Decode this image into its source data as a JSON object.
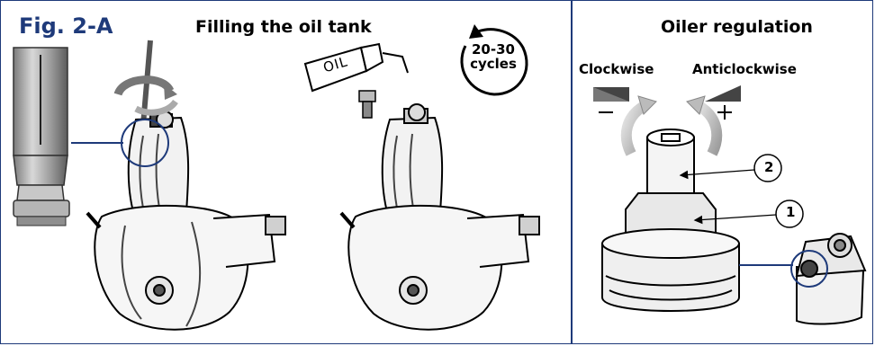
{
  "figure": {
    "label": "Fig. 2-A",
    "left_title": "Filling the oil tank",
    "right_title": "Oiler regulation",
    "cycles": {
      "line1": "20-30",
      "line2": "cycles"
    },
    "oil_bottle_label": "OIL",
    "clockwise_label": "Clockwise",
    "anticlockwise_label": "Anticlockwise",
    "callout_1": "1",
    "callout_2": "2",
    "accent_color": "#1e3a7a"
  }
}
